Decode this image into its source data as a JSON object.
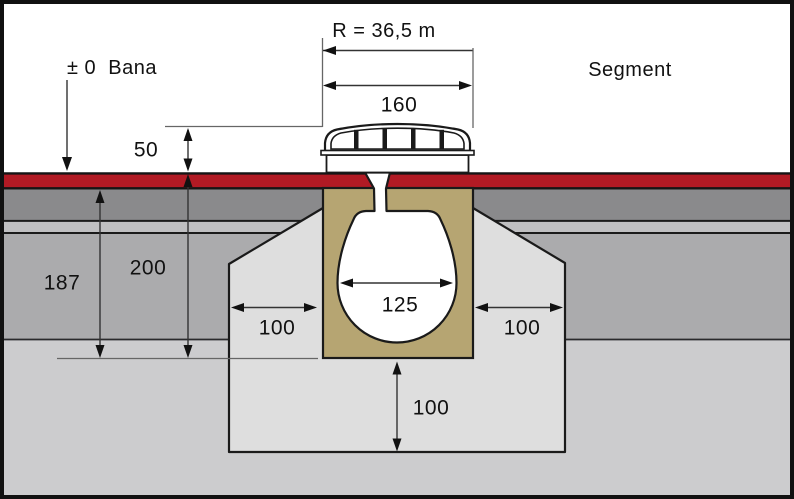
{
  "labels": {
    "radius": "R = 36,5 m",
    "datum": "± 0  Bana",
    "segment": "Segment"
  },
  "dimensions": {
    "grate_width": "160",
    "grate_height": "50",
    "pavement_depth": "187",
    "channel_depth": "200",
    "channel_inner_width": "125",
    "side_clearance_left": "100",
    "side_clearance_right": "100",
    "bottom_thickness": "100"
  },
  "colors": {
    "surface_red": "#B11A24",
    "binder_dark_gray": "#8A8A8C",
    "base_light_strip": "#BFBFC1",
    "ballast_gray": "#ABABAD",
    "subgrade_gray": "#CCCCCE",
    "concrete_gray": "#DEDEDE",
    "channel_tan": "#B6A572",
    "outline": "#1A1A1A"
  }
}
